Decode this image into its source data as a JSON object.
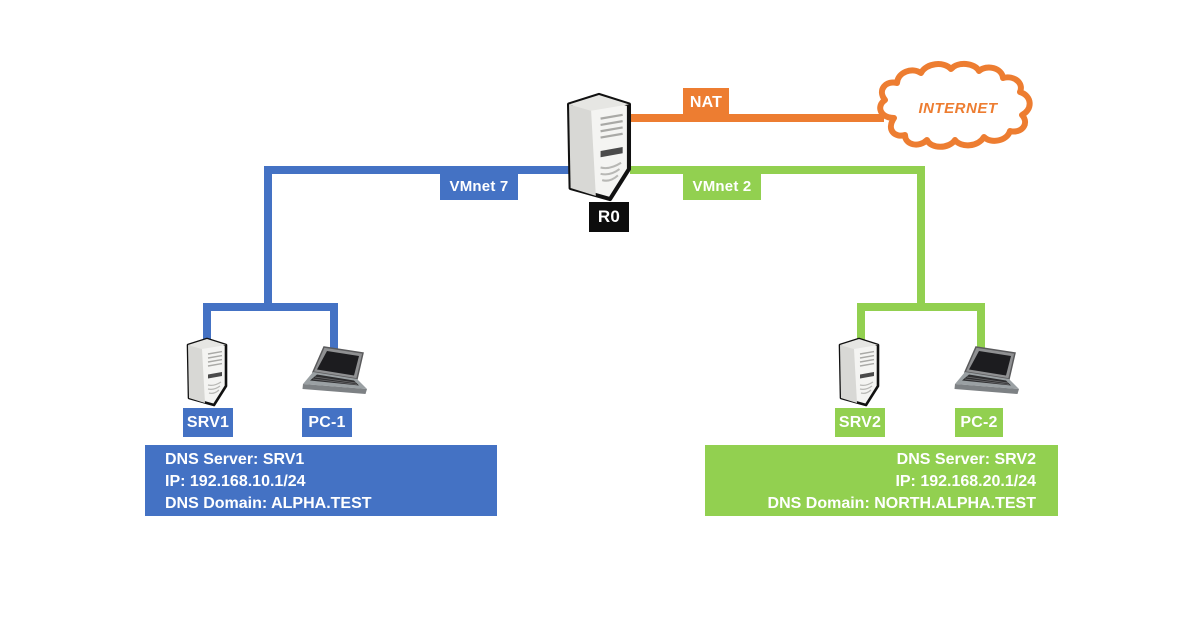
{
  "colors": {
    "subnet_left_accent": "#4472C4",
    "subnet_right_accent": "#92D050",
    "nat_accent": "#ED7D31",
    "router_label_bg": "#0d0d0d",
    "label_text": "#ffffff"
  },
  "router": {
    "label": "R0"
  },
  "internet": {
    "label": "INTERNET"
  },
  "links": {
    "nat": {
      "label": "NAT"
    },
    "vmnet7": {
      "label": "VMnet 7"
    },
    "vmnet2": {
      "label": "VMnet 2"
    }
  },
  "left_subnet": {
    "server_label": "SRV1",
    "pc_label": "PC-1",
    "info": {
      "line1": "DNS Server: SRV1",
      "line2": "IP: 192.168.10.1/24",
      "line3": "DNS Domain: ALPHA.TEST"
    }
  },
  "right_subnet": {
    "server_label": "SRV2",
    "pc_label": "PC-2",
    "info": {
      "line1": "DNS Server: SRV2",
      "line2": "IP: 192.168.20.1/24",
      "line3": "DNS Domain: NORTH.ALPHA.TEST"
    }
  }
}
